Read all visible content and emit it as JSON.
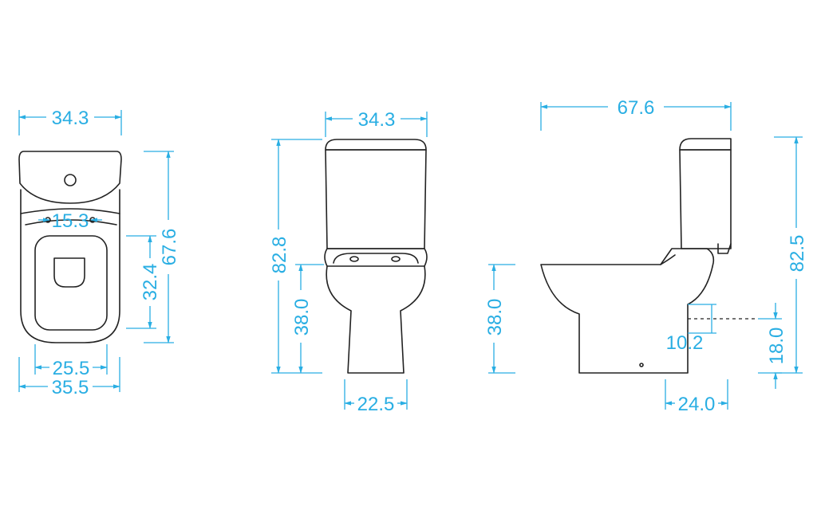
{
  "colors": {
    "outline": "#222222",
    "dimension": "#29aee3",
    "background": "#ffffff"
  },
  "views": {
    "top": {
      "width": "34.3",
      "inlet_spacing": "15.3",
      "seat_to_back": "32.4",
      "depth": "67.6",
      "seat_width": "25.5",
      "base_width": "35.5"
    },
    "front": {
      "width": "34.3",
      "height": "82.8",
      "bowl_height": "38.0",
      "base_width": "22.5"
    },
    "side": {
      "depth": "67.6",
      "height": "82.5",
      "bowl_height": "38.0",
      "outlet_offset": "10.2",
      "outlet_height": "18.0",
      "base_depth": "24.0"
    }
  }
}
